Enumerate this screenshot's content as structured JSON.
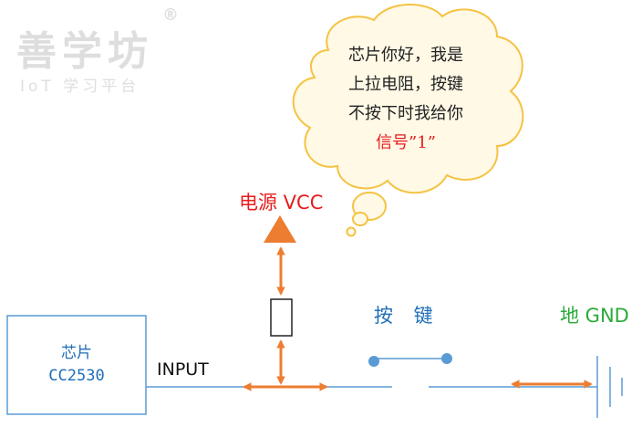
{
  "watermark": {
    "title": "善学坊",
    "registered": "®",
    "subtitle": "IoT 学习平台"
  },
  "bubble": {
    "line1": "芯片你好，我是",
    "line2": "上拉电阻，按键",
    "line3": "不按下时我给你",
    "line4": "信号”1”"
  },
  "labels": {
    "vcc": "电源 VCC",
    "key": "按 键",
    "gnd": "地 GND",
    "chip_line1": "芯片",
    "chip_line2": "CC2530",
    "input": "INPUT"
  },
  "colors": {
    "wire": "#5a9bd5",
    "arrow": "#ed7d31",
    "bubble_fill": "#fff9e6",
    "bubble_stroke": "#f5c242",
    "vcc_text": "#e81c1c",
    "key_text": "#1f6eb8",
    "gnd_text": "#2aaa3a",
    "watermark": "#dedede"
  }
}
